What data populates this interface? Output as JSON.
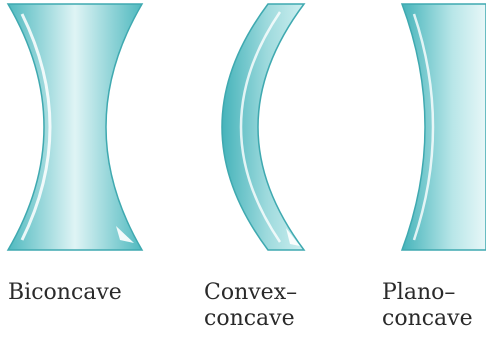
{
  "colors": {
    "lens_edge": "#4fb9bf",
    "lens_mid": "#8ad3d7",
    "lens_light": "#dff4f5",
    "highlight": "#ffffff",
    "text": "#2a2a2a"
  },
  "lenses": [
    {
      "shape": "biconcave",
      "label_lines": [
        "Biconcave"
      ]
    },
    {
      "shape": "convex-concave",
      "label_lines": [
        "Convex–",
        "concave"
      ]
    },
    {
      "shape": "plano-concave",
      "label_lines": [
        "Plano–",
        "concave"
      ]
    }
  ]
}
